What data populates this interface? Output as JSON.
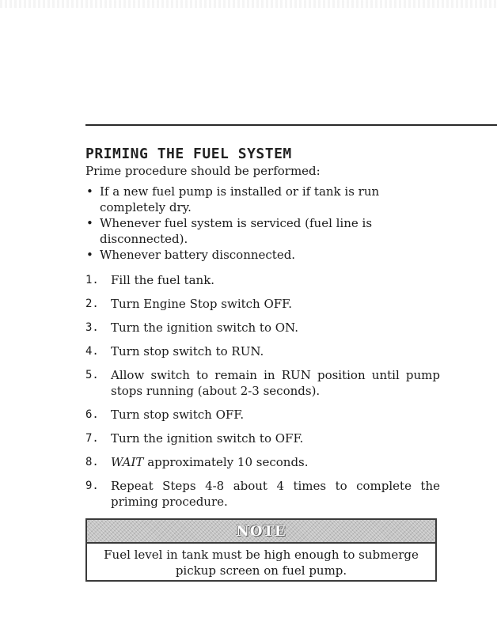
{
  "section": {
    "heading": "PRIMING THE FUEL SYSTEM",
    "intro": "Prime procedure should be performed:"
  },
  "bullets": [
    "If a new fuel pump is installed or if tank is run completely dry.",
    "Whenever fuel system is serviced (fuel line is disconnected).",
    "Whenever battery disconnected."
  ],
  "steps": [
    {
      "num": "1.",
      "text": "Fill the fuel tank."
    },
    {
      "num": "2.",
      "text": "Turn Engine Stop switch OFF."
    },
    {
      "num": "3.",
      "text": "Turn the ignition switch to ON."
    },
    {
      "num": "4.",
      "text": "Turn stop switch to RUN."
    },
    {
      "num": "5.",
      "text": "Allow switch to remain in RUN position until pump stops running (about 2-3 seconds)."
    },
    {
      "num": "6.",
      "text": "Turn stop switch OFF."
    },
    {
      "num": "7.",
      "text": "Turn the ignition switch to OFF."
    },
    {
      "num": "8.",
      "emphasis": "WAIT",
      "text": " approximately 10 seconds."
    },
    {
      "num": "9.",
      "text": "Repeat Steps 4-8 about 4 times to complete the priming procedure."
    }
  ],
  "note": {
    "title": "NOTE",
    "text": "Fuel level in tank must be high enough to submerge pickup screen on fuel pump."
  }
}
